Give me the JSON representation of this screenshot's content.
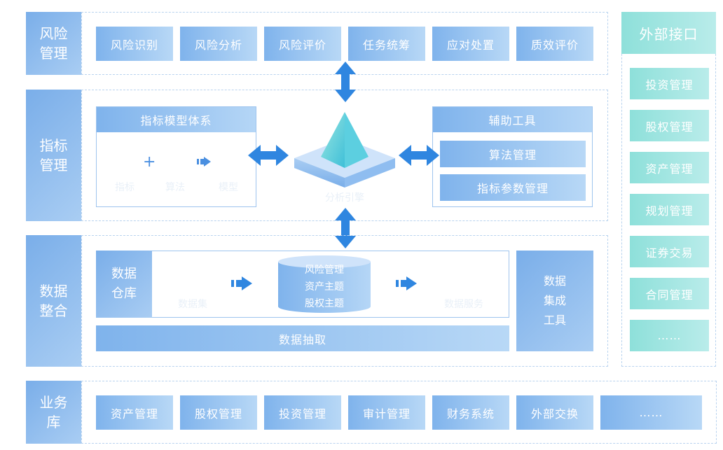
{
  "risk_row": {
    "label": "风险\n管理",
    "items": [
      "风险识别",
      "风险分析",
      "风险评价",
      "任务统筹",
      "应对处置",
      "质效评价"
    ]
  },
  "indicator_row": {
    "label": "指标\n管理",
    "model_panel": {
      "title": "指标模型体系",
      "plus": "+",
      "faint_labels": [
        "指标",
        "算法",
        "模型"
      ]
    },
    "engine_label": "分析引擎",
    "tools_panel": {
      "title": "辅助工具",
      "items": [
        "算法管理",
        "指标参数管理"
      ]
    }
  },
  "data_row": {
    "label": "数据\n整合",
    "warehouse": "数据\n仓库",
    "faint_left": "数据集",
    "faint_right": "数据服务",
    "db_lines": [
      "风险管理",
      "资产主题",
      "股权主题"
    ],
    "integration": "数据\n集成\n工具",
    "extract": "数据抽取"
  },
  "business_row": {
    "label": "业务\n库",
    "items": [
      "资产管理",
      "股权管理",
      "投资管理",
      "审计管理",
      "财务系统",
      "外部交换",
      "……"
    ]
  },
  "external": {
    "title": "外部接口",
    "items": [
      "投资管理",
      "股权管理",
      "资产管理",
      "规划管理",
      "证券交易",
      "合同管理",
      "……"
    ]
  },
  "colors": {
    "accent_blue": "#4a8fe0",
    "button_blue": "#7fb3ec",
    "teal": "#8ee0da"
  }
}
